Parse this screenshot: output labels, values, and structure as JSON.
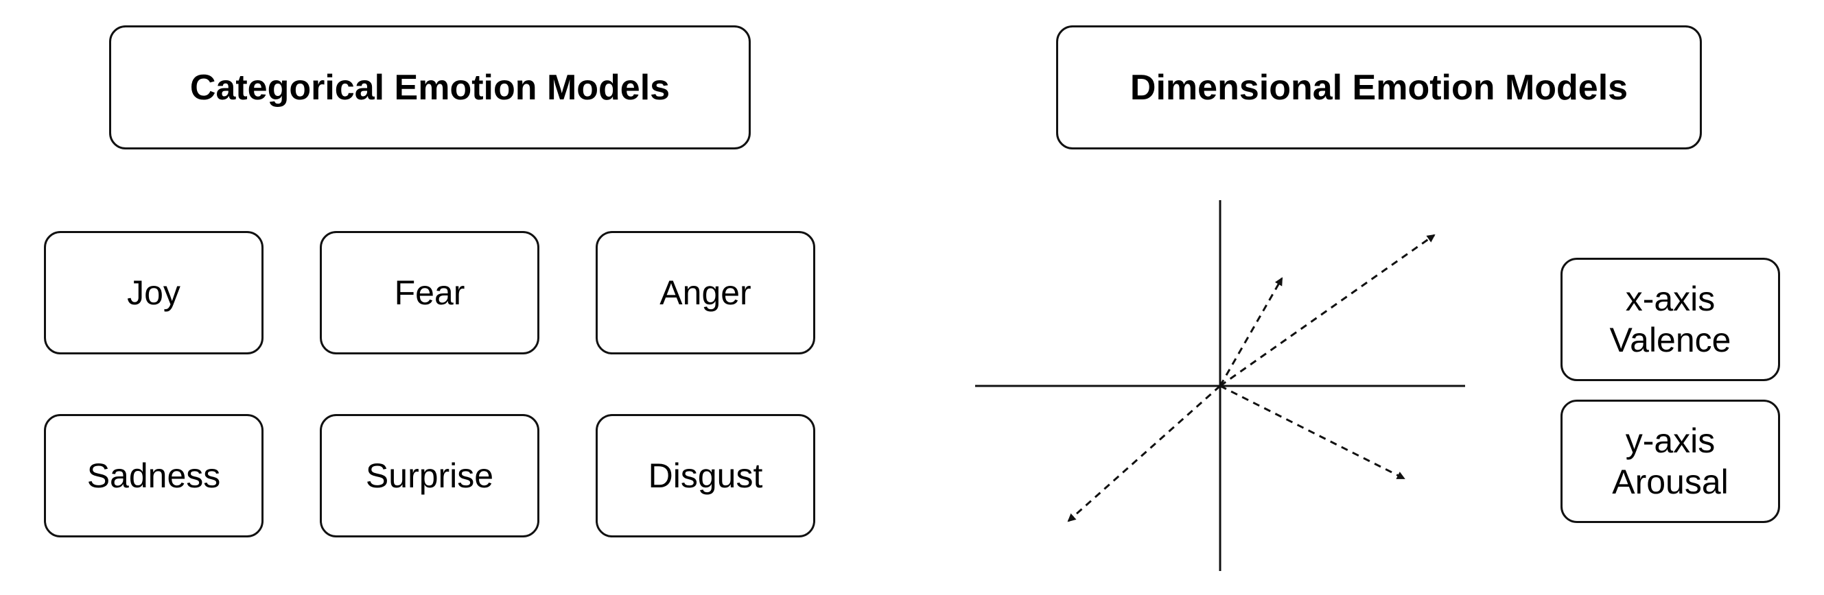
{
  "categorical": {
    "title": "Categorical Emotion Models",
    "emotions": [
      "Joy",
      "Fear",
      "Anger",
      "Sadness",
      "Surprise",
      "Disgust"
    ]
  },
  "dimensional": {
    "title": "Dimensional Emotion Models",
    "x_axis": {
      "label": "x-axis",
      "name": "Valence"
    },
    "y_axis": {
      "label": "y-axis",
      "name": "Arousal"
    }
  },
  "colors": {
    "stroke": "#111111",
    "background": "#ffffff"
  }
}
